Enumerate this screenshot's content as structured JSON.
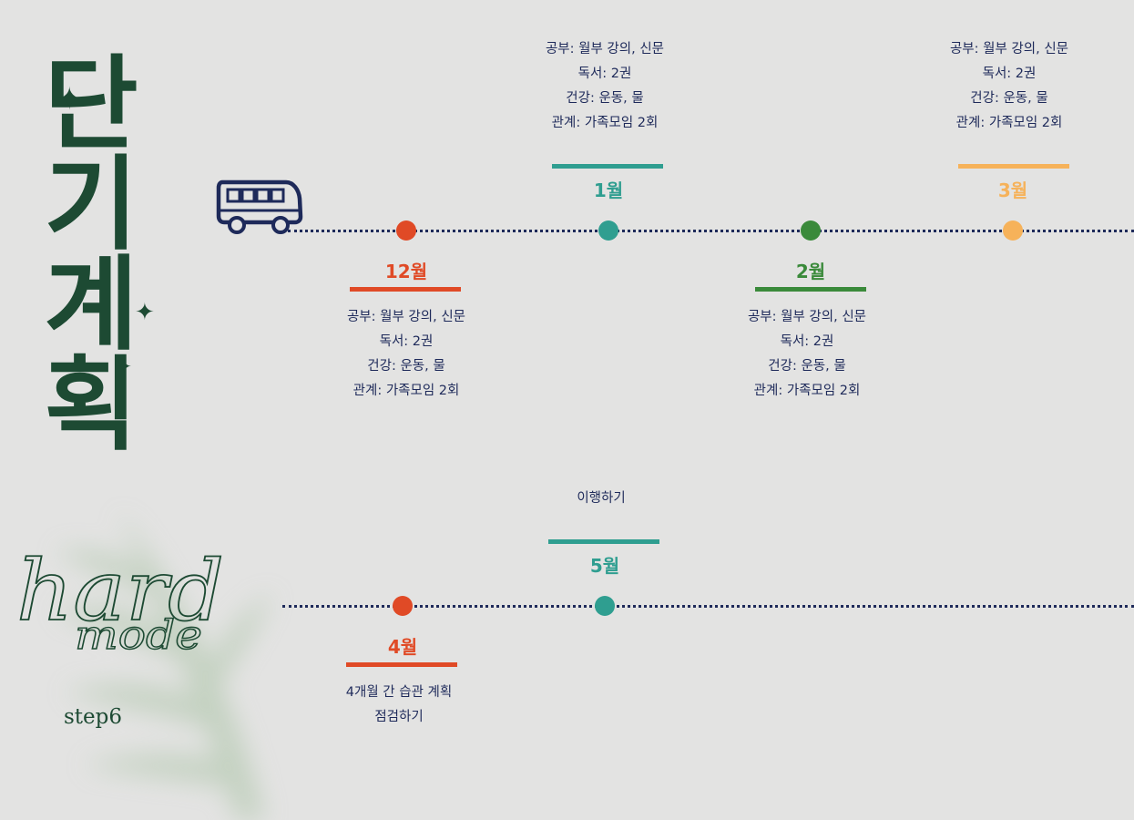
{
  "title": {
    "chars": [
      "단",
      "기",
      "계",
      "획"
    ]
  },
  "script": {
    "word1": "hard",
    "word2": "mode"
  },
  "step_label": "step6",
  "colors": {
    "red": "#e04a26",
    "teal": "#2f9e90",
    "green": "#3a8a3a",
    "orange": "#f6b25a",
    "navy": "#1e2a5a",
    "title_green": "#1d4a33"
  },
  "timeline": {
    "dec": {
      "month": "12월",
      "lines": [
        "공부: 월부 강의, 신문",
        "독서: 2권",
        "건강: 운동, 물",
        "관계: 가족모임 2회"
      ]
    },
    "jan": {
      "month": "1월",
      "lines": [
        "공부: 월부 강의, 신문",
        "독서: 2권",
        "건강: 운동, 물",
        "관계: 가족모임 2회"
      ]
    },
    "feb": {
      "month": "2월",
      "lines": [
        "공부: 월부 강의, 신문",
        "독서: 2권",
        "건강: 운동, 물",
        "관계: 가족모임 2회"
      ]
    },
    "mar": {
      "month": "3월",
      "lines": [
        "공부: 월부 강의, 신문",
        "독서: 2권",
        "건강: 운동, 물",
        "관계: 가족모임 2회"
      ]
    },
    "apr": {
      "month": "4월",
      "lines": [
        "4개월 간 습관 계획",
        "점검하기"
      ]
    },
    "may": {
      "month": "5월",
      "lines": [
        "이행하기"
      ]
    }
  }
}
